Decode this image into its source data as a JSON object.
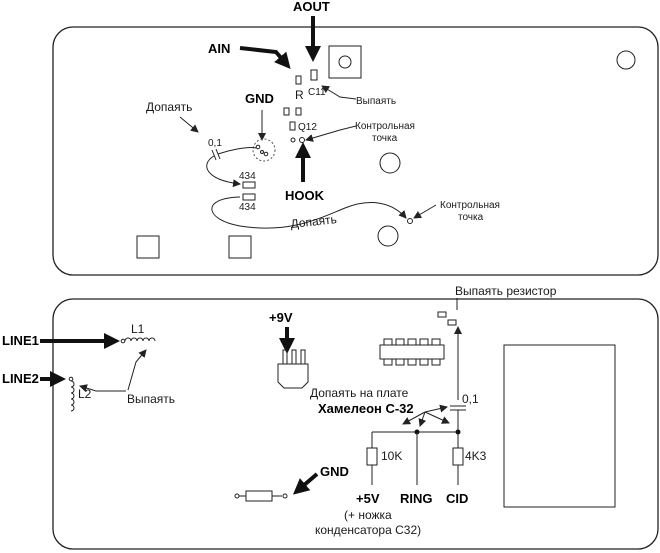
{
  "top_board": {
    "aout": "AOUT",
    "ain": "AIN",
    "gnd": "GND",
    "hook": "HOOK",
    "r_label": "R",
    "c11_label": "C11",
    "q12_label": "Q12",
    "vypayat": "Выпаять",
    "dopayat_left": "Допаять",
    "dopayat_wire": "Допаять",
    "cap_value": "0,1",
    "res_434_top": "434",
    "res_434_bottom": "434",
    "test_point_1_line1": "Контрольная",
    "test_point_1_line2": "точка",
    "test_point_2_line1": "Контрольная",
    "test_point_2_line2": "точка"
  },
  "bottom_board": {
    "line1": "LINE1",
    "line2": "LINE2",
    "l1": "L1",
    "l2": "L2",
    "vypayat": "Выпаять",
    "plus9v": "+9V",
    "vypayat_rezistor": "Выпаять резистор",
    "dopayat_na_plate": "Допаять на плате",
    "chameleon": "Хамелеон С-32",
    "cap_value": "0,1",
    "r10k": "10K",
    "r4k3": "4K3",
    "plus5v": "+5V",
    "ring": "RING",
    "cid": "CID",
    "gnd": "GND",
    "note_line1": "(+ ножка",
    "note_line2": "конденсатора С32)"
  }
}
